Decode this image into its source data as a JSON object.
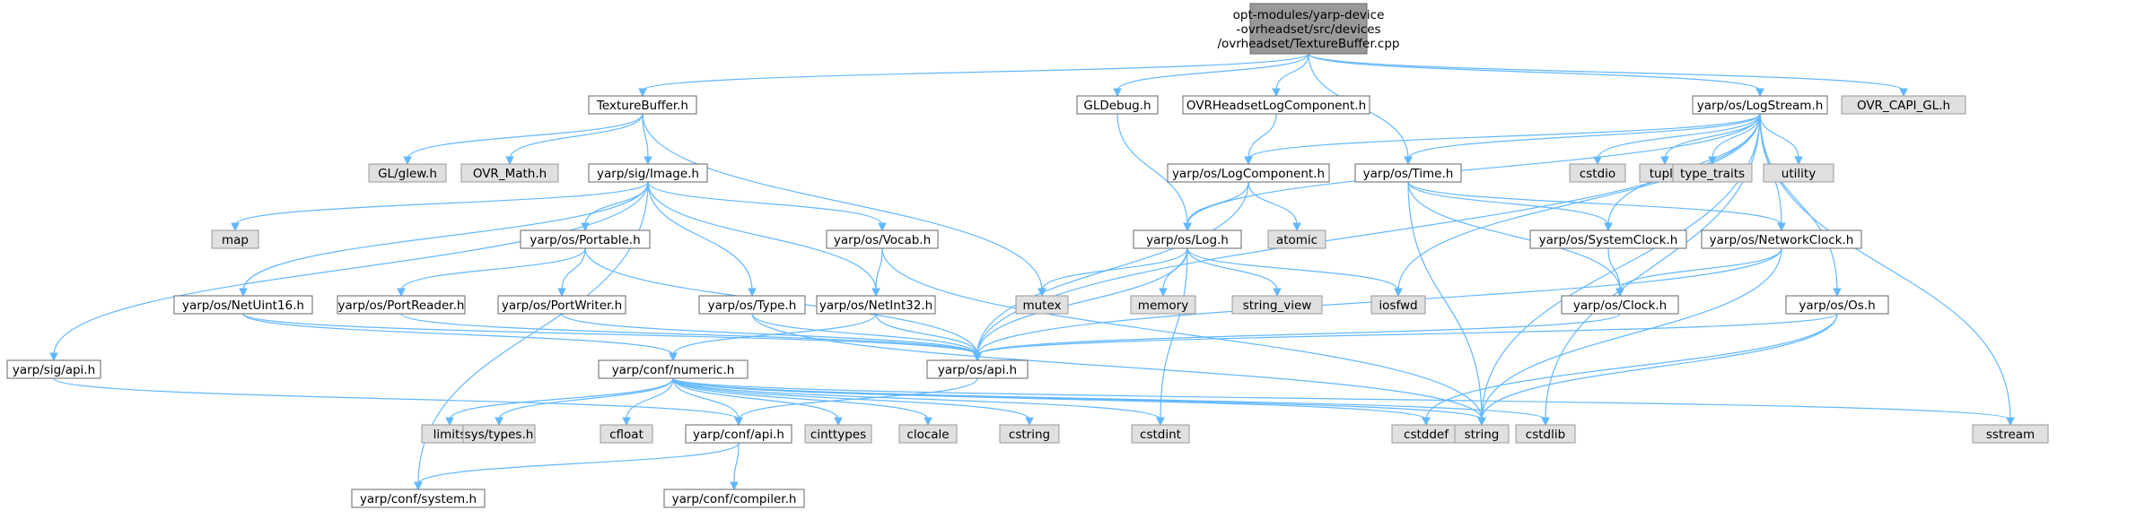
{
  "diagram": {
    "nodes": [
      {
        "id": "root",
        "kind": "root",
        "lines": [
          "opt-modules/yarp-device",
          "-ovrheadset/src/devices",
          "/ovrheadset/TextureBuffer.cpp"
        ]
      },
      {
        "id": "texturebuffer_h",
        "kind": "file",
        "lines": [
          "TextureBuffer.h"
        ]
      },
      {
        "id": "gldebug_h",
        "kind": "file",
        "lines": [
          "GLDebug.h"
        ]
      },
      {
        "id": "ovrlogcomp_h",
        "kind": "file",
        "lines": [
          "OVRHeadsetLogComponent.h"
        ]
      },
      {
        "id": "logstream_h",
        "kind": "file",
        "lines": [
          "yarp/os/LogStream.h"
        ]
      },
      {
        "id": "ovr_capi_gl_h",
        "kind": "sys",
        "lines": [
          "OVR_CAPI_GL.h"
        ]
      },
      {
        "id": "glew_h",
        "kind": "sys",
        "lines": [
          "GL/glew.h"
        ]
      },
      {
        "id": "ovr_math_h",
        "kind": "sys",
        "lines": [
          "OVR_Math.h"
        ]
      },
      {
        "id": "image_h",
        "kind": "file",
        "lines": [
          "yarp/sig/Image.h"
        ]
      },
      {
        "id": "logcomponent_h",
        "kind": "file",
        "lines": [
          "yarp/os/LogComponent.h"
        ]
      },
      {
        "id": "time_h",
        "kind": "file",
        "lines": [
          "yarp/os/Time.h"
        ]
      },
      {
        "id": "cstdio",
        "kind": "sys",
        "lines": [
          "cstdio"
        ]
      },
      {
        "id": "tuple",
        "kind": "sys",
        "lines": [
          "tuple"
        ]
      },
      {
        "id": "type_traits",
        "kind": "sys",
        "lines": [
          "type_traits"
        ]
      },
      {
        "id": "utility",
        "kind": "sys",
        "lines": [
          "utility"
        ]
      },
      {
        "id": "map",
        "kind": "sys",
        "lines": [
          "map"
        ]
      },
      {
        "id": "portable_h",
        "kind": "file",
        "lines": [
          "yarp/os/Portable.h"
        ]
      },
      {
        "id": "vocab_h",
        "kind": "file",
        "lines": [
          "yarp/os/Vocab.h"
        ]
      },
      {
        "id": "log_h",
        "kind": "file",
        "lines": [
          "yarp/os/Log.h"
        ]
      },
      {
        "id": "atomic",
        "kind": "sys",
        "lines": [
          "atomic"
        ]
      },
      {
        "id": "systemclock_h",
        "kind": "file",
        "lines": [
          "yarp/os/SystemClock.h"
        ]
      },
      {
        "id": "networkclock_h",
        "kind": "file",
        "lines": [
          "yarp/os/NetworkClock.h"
        ]
      },
      {
        "id": "netuint16_h",
        "kind": "file",
        "lines": [
          "yarp/os/NetUint16.h"
        ]
      },
      {
        "id": "portreader_h",
        "kind": "file",
        "lines": [
          "yarp/os/PortReader.h"
        ]
      },
      {
        "id": "portwriter_h",
        "kind": "file",
        "lines": [
          "yarp/os/PortWriter.h"
        ]
      },
      {
        "id": "type_h",
        "kind": "file",
        "lines": [
          "yarp/os/Type.h"
        ]
      },
      {
        "id": "netint32_h",
        "kind": "file",
        "lines": [
          "yarp/os/NetInt32.h"
        ]
      },
      {
        "id": "mutex",
        "kind": "sys",
        "lines": [
          "mutex"
        ]
      },
      {
        "id": "memory",
        "kind": "sys",
        "lines": [
          "memory"
        ]
      },
      {
        "id": "string_view",
        "kind": "sys",
        "lines": [
          "string_view"
        ]
      },
      {
        "id": "iosfwd",
        "kind": "sys",
        "lines": [
          "iosfwd"
        ]
      },
      {
        "id": "clock_h",
        "kind": "file",
        "lines": [
          "yarp/os/Clock.h"
        ]
      },
      {
        "id": "os_h",
        "kind": "file",
        "lines": [
          "yarp/os/Os.h"
        ]
      },
      {
        "id": "sig_api_h",
        "kind": "file",
        "lines": [
          "yarp/sig/api.h"
        ]
      },
      {
        "id": "numeric_h",
        "kind": "file",
        "lines": [
          "yarp/conf/numeric.h"
        ]
      },
      {
        "id": "os_api_h",
        "kind": "file",
        "lines": [
          "yarp/os/api.h"
        ]
      },
      {
        "id": "limits",
        "kind": "sys",
        "lines": [
          "limits"
        ]
      },
      {
        "id": "sys_types_h",
        "kind": "sys",
        "lines": [
          "sys/types.h"
        ]
      },
      {
        "id": "cfloat",
        "kind": "sys",
        "lines": [
          "cfloat"
        ]
      },
      {
        "id": "conf_api_h",
        "kind": "file",
        "lines": [
          "yarp/conf/api.h"
        ]
      },
      {
        "id": "cinttypes",
        "kind": "sys",
        "lines": [
          "cinttypes"
        ]
      },
      {
        "id": "clocale",
        "kind": "sys",
        "lines": [
          "clocale"
        ]
      },
      {
        "id": "cstring",
        "kind": "sys",
        "lines": [
          "cstring"
        ]
      },
      {
        "id": "cstdint",
        "kind": "sys",
        "lines": [
          "cstdint"
        ]
      },
      {
        "id": "cstddef",
        "kind": "sys",
        "lines": [
          "cstddef"
        ]
      },
      {
        "id": "string",
        "kind": "sys",
        "lines": [
          "string"
        ]
      },
      {
        "id": "cstdlib",
        "kind": "sys",
        "lines": [
          "cstdlib"
        ]
      },
      {
        "id": "sstream",
        "kind": "sys",
        "lines": [
          "sstream"
        ]
      },
      {
        "id": "conf_system_h",
        "kind": "file",
        "lines": [
          "yarp/conf/system.h"
        ]
      },
      {
        "id": "conf_compiler_h",
        "kind": "file",
        "lines": [
          "yarp/conf/compiler.h"
        ]
      }
    ],
    "edges": [
      [
        "root",
        "texturebuffer_h"
      ],
      [
        "root",
        "gldebug_h"
      ],
      [
        "root",
        "ovrlogcomp_h"
      ],
      [
        "root",
        "time_h"
      ],
      [
        "root",
        "logstream_h"
      ],
      [
        "root",
        "ovr_capi_gl_h"
      ],
      [
        "texturebuffer_h",
        "glew_h"
      ],
      [
        "texturebuffer_h",
        "ovr_math_h"
      ],
      [
        "texturebuffer_h",
        "image_h"
      ],
      [
        "texturebuffer_h",
        "mutex"
      ],
      [
        "gldebug_h",
        "log_h"
      ],
      [
        "ovrlogcomp_h",
        "logcomponent_h"
      ],
      [
        "logstream_h",
        "logcomponent_h"
      ],
      [
        "logstream_h",
        "time_h"
      ],
      [
        "logstream_h",
        "cstdio"
      ],
      [
        "logstream_h",
        "tuple"
      ],
      [
        "logstream_h",
        "type_traits"
      ],
      [
        "logstream_h",
        "utility"
      ],
      [
        "logstream_h",
        "log_h"
      ],
      [
        "logstream_h",
        "iosfwd"
      ],
      [
        "logstream_h",
        "systemclock_h"
      ],
      [
        "logstream_h",
        "networkclock_h"
      ],
      [
        "logstream_h",
        "os_h"
      ],
      [
        "logstream_h",
        "os_api_h"
      ],
      [
        "logstream_h",
        "string"
      ],
      [
        "logstream_h",
        "cstdlib"
      ],
      [
        "logstream_h",
        "sstream"
      ],
      [
        "image_h",
        "map"
      ],
      [
        "image_h",
        "portable_h"
      ],
      [
        "image_h",
        "vocab_h"
      ],
      [
        "image_h",
        "type_h"
      ],
      [
        "image_h",
        "netint32_h"
      ],
      [
        "image_h",
        "netuint16_h"
      ],
      [
        "image_h",
        "sig_api_h"
      ],
      [
        "image_h",
        "conf_system_h"
      ],
      [
        "logcomponent_h",
        "log_h"
      ],
      [
        "logcomponent_h",
        "atomic"
      ],
      [
        "logcomponent_h",
        "os_api_h"
      ],
      [
        "time_h",
        "systemclock_h"
      ],
      [
        "time_h",
        "networkclock_h"
      ],
      [
        "time_h",
        "clock_h"
      ],
      [
        "time_h",
        "string"
      ],
      [
        "portable_h",
        "portreader_h"
      ],
      [
        "portable_h",
        "portwriter_h"
      ],
      [
        "portable_h",
        "os_api_h"
      ],
      [
        "vocab_h",
        "netint32_h"
      ],
      [
        "vocab_h",
        "string"
      ],
      [
        "log_h",
        "mutex"
      ],
      [
        "log_h",
        "memory"
      ],
      [
        "log_h",
        "string_view"
      ],
      [
        "log_h",
        "iosfwd"
      ],
      [
        "log_h",
        "os_api_h"
      ],
      [
        "log_h",
        "cstdint"
      ],
      [
        "systemclock_h",
        "clock_h"
      ],
      [
        "networkclock_h",
        "clock_h"
      ],
      [
        "networkclock_h",
        "os_api_h"
      ],
      [
        "networkclock_h",
        "string"
      ],
      [
        "netuint16_h",
        "numeric_h"
      ],
      [
        "netuint16_h",
        "os_api_h"
      ],
      [
        "portreader_h",
        "os_api_h"
      ],
      [
        "portwriter_h",
        "os_api_h"
      ],
      [
        "type_h",
        "os_api_h"
      ],
      [
        "type_h",
        "string"
      ],
      [
        "netint32_h",
        "numeric_h"
      ],
      [
        "netint32_h",
        "os_api_h"
      ],
      [
        "clock_h",
        "os_api_h"
      ],
      [
        "os_h",
        "os_api_h"
      ],
      [
        "os_h",
        "cstddef"
      ],
      [
        "os_h",
        "string"
      ],
      [
        "sig_api_h",
        "conf_api_h"
      ],
      [
        "numeric_h",
        "limits"
      ],
      [
        "numeric_h",
        "sys_types_h"
      ],
      [
        "numeric_h",
        "cfloat"
      ],
      [
        "numeric_h",
        "conf_api_h"
      ],
      [
        "numeric_h",
        "cinttypes"
      ],
      [
        "numeric_h",
        "clocale"
      ],
      [
        "numeric_h",
        "cstring"
      ],
      [
        "numeric_h",
        "cstdint"
      ],
      [
        "numeric_h",
        "cstddef"
      ],
      [
        "numeric_h",
        "string"
      ],
      [
        "numeric_h",
        "cstdlib"
      ],
      [
        "numeric_h",
        "sstream"
      ],
      [
        "os_api_h",
        "conf_api_h"
      ],
      [
        "conf_api_h",
        "conf_system_h"
      ],
      [
        "conf_api_h",
        "conf_compiler_h"
      ]
    ]
  }
}
